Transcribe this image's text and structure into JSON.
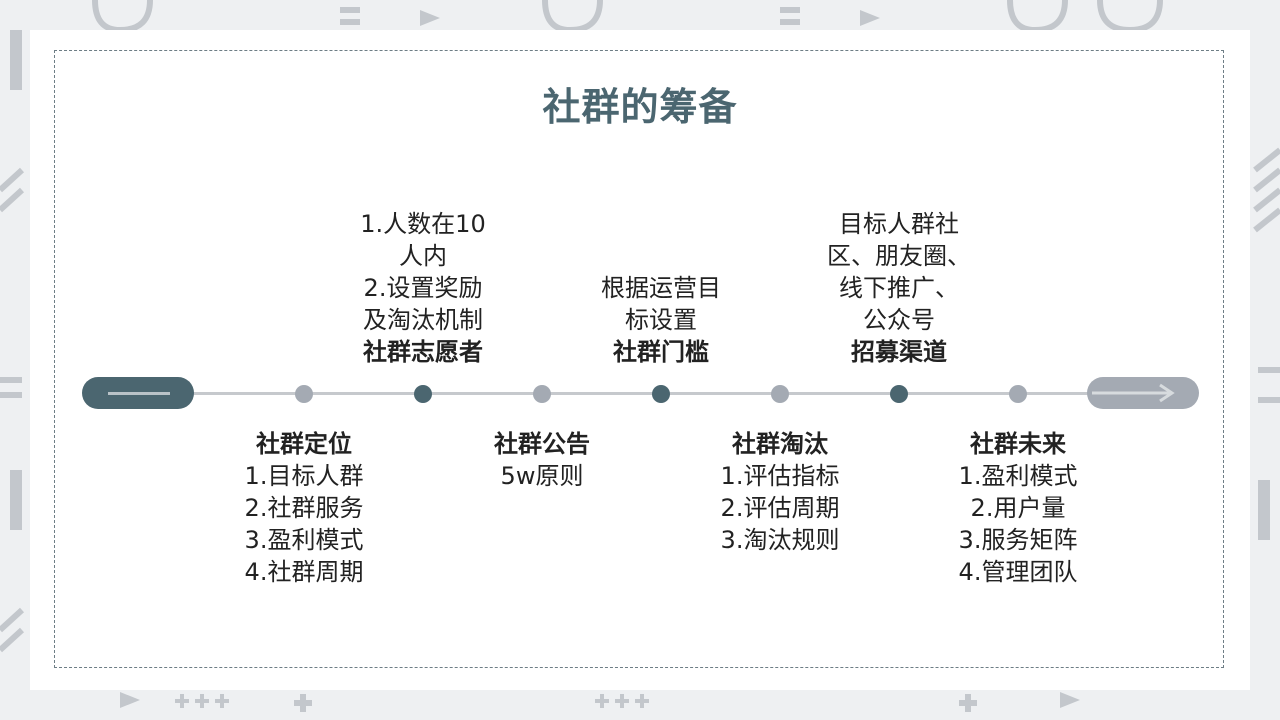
{
  "title": "社群的筹备",
  "stages": [
    {
      "head": "社群定位",
      "lines": [
        "1.目标人群",
        "2.社群服务",
        "3.盈利模式",
        "4.社群周期"
      ],
      "position": "below",
      "node": "light"
    },
    {
      "head": "社群志愿者",
      "lines": [
        "1.人数在10",
        "人内",
        "2.设置奖励",
        "及淘汰机制"
      ],
      "position": "above",
      "node": "dark"
    },
    {
      "head": "社群公告",
      "lines": [
        "5w原则"
      ],
      "position": "below",
      "node": "light"
    },
    {
      "head": "社群门槛",
      "lines": [
        "根据运营目",
        "标设置"
      ],
      "position": "above",
      "node": "dark"
    },
    {
      "head": "社群淘汰",
      "lines": [
        "1.评估指标",
        "2.评估周期",
        "3.淘汰规则"
      ],
      "position": "below",
      "node": "light"
    },
    {
      "head": "招募渠道",
      "lines": [
        "目标人群社",
        "区、朋友圈、",
        "线下推广、",
        "公众号"
      ],
      "position": "above",
      "node": "dark"
    },
    {
      "head": "社群未来",
      "lines": [
        "1.盈利模式",
        "2.用户量",
        "3.服务矩阵",
        "4.管理团队"
      ],
      "position": "below",
      "node": "light"
    }
  ],
  "colors": {
    "primary": "#4b6670",
    "secondary": "#a4aab3",
    "line": "#c6c9cd"
  }
}
